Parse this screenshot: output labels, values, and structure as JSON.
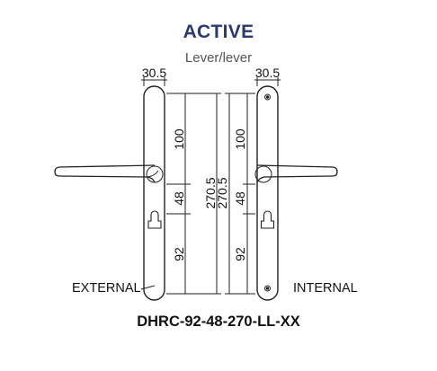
{
  "heading": {
    "title": "ACTIVE",
    "subtitle": "Lever/lever"
  },
  "labels": {
    "external": "EXTERNAL",
    "internal": "INTERNAL"
  },
  "dimensions": {
    "width": "30.5",
    "upper": "100",
    "middle": "48",
    "lower": "92",
    "total": "270.5"
  },
  "product_code": "DHRC-92-48-270-LL-XX",
  "colors": {
    "title": "#2b3a6b",
    "subtitle": "#555555",
    "line": "#222222"
  }
}
